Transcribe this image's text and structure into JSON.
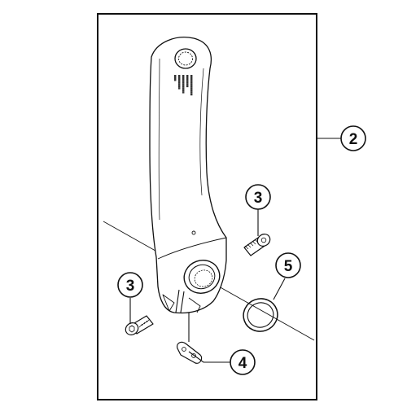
{
  "diagram": {
    "callouts": [
      {
        "id": "callout-2",
        "number": "2",
        "part": "crank-arm"
      },
      {
        "id": "callout-3-upper",
        "number": "3",
        "part": "fixing-bolt"
      },
      {
        "id": "callout-3-lower",
        "number": "3",
        "part": "fixing-bolt"
      },
      {
        "id": "callout-4",
        "number": "4",
        "part": "safety-plate"
      },
      {
        "id": "callout-5",
        "number": "5",
        "part": "cap-seal-ring"
      }
    ],
    "engraving_lines": [
      "■■■",
      "■■■■■■■",
      "■■■■■■■■■",
      "■■■■■■",
      "■■■■■■■■■■"
    ],
    "colors": {
      "line": "#111111",
      "part_fill": "#ffffff",
      "background": "#ffffff"
    }
  }
}
